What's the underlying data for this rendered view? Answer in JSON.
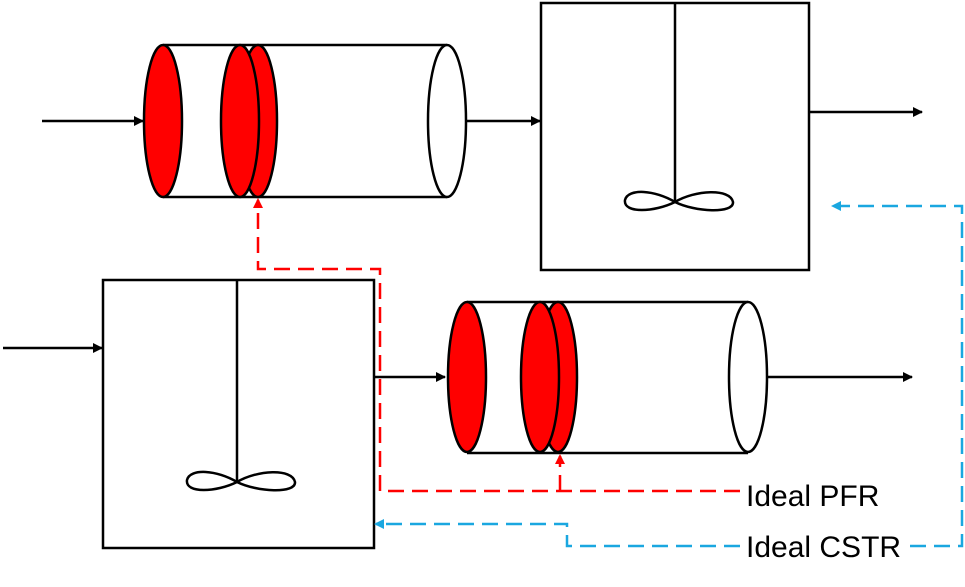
{
  "labels": {
    "pfr": "Ideal PFR",
    "cstr": "Ideal CSTR"
  },
  "colors": {
    "stroke": "#000000",
    "pfr_slice": "#ff0000",
    "pfr_line": "#ff0000",
    "cstr_line": "#1aa7e0"
  },
  "units": [
    {
      "type": "pfr",
      "name": "pfr-top"
    },
    {
      "type": "cstr",
      "name": "cstr-top"
    },
    {
      "type": "cstr",
      "name": "cstr-bottom"
    },
    {
      "type": "pfr",
      "name": "pfr-bottom"
    }
  ]
}
